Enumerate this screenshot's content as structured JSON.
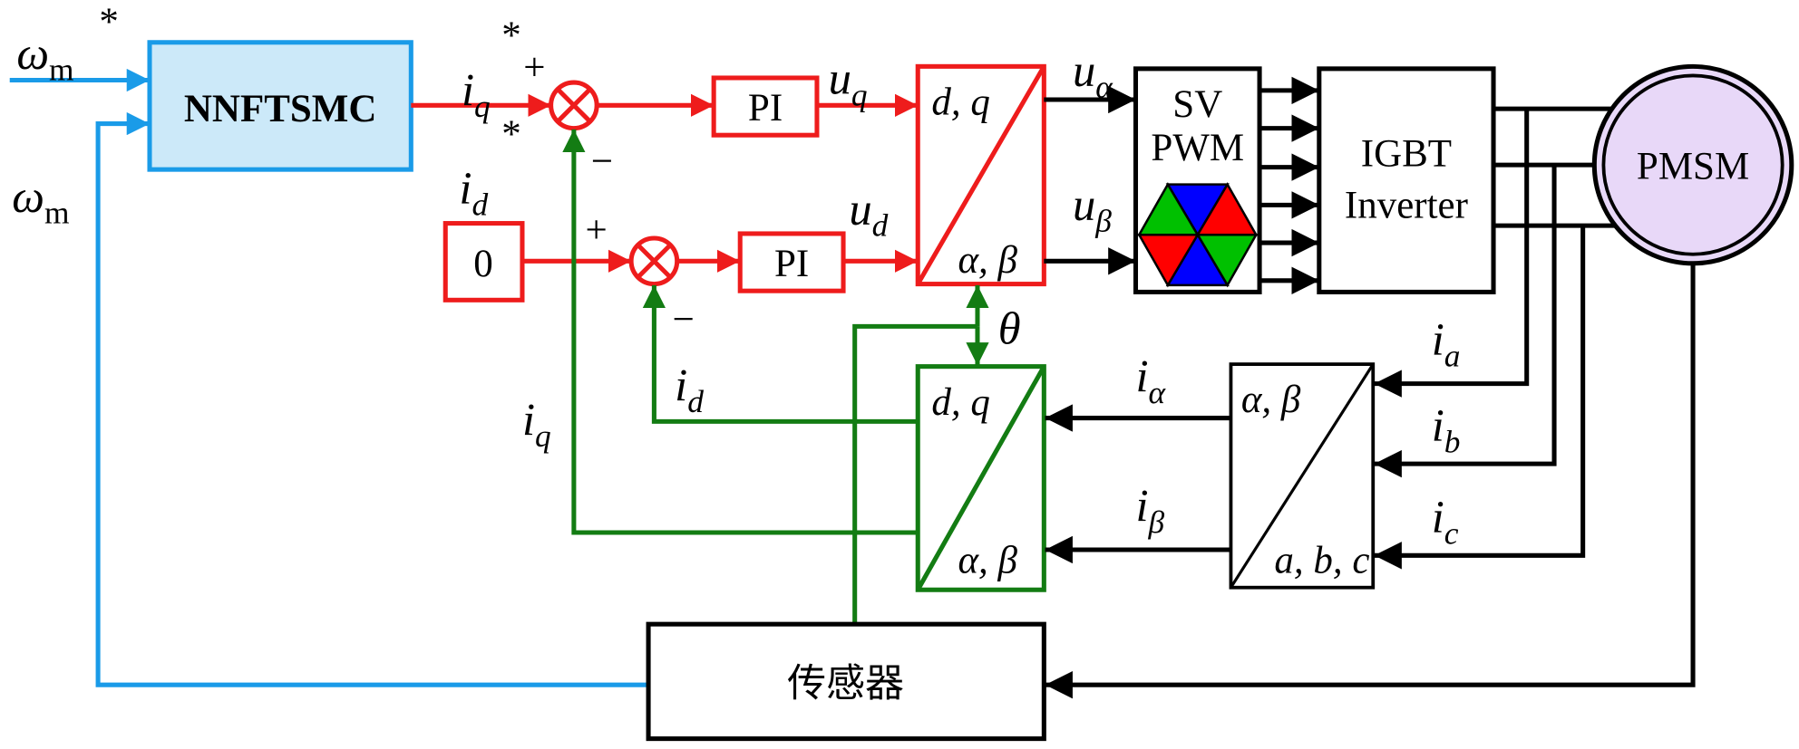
{
  "blocks": {
    "controller": "NNFTSMC",
    "pi_q": "PI",
    "pi_d": "PI",
    "id_ref_value": "0",
    "park_inverse": {
      "top": "d, q",
      "bottom": "α, β"
    },
    "park": {
      "top": "d, q",
      "bottom": "α, β"
    },
    "clarke": {
      "top": "α, β",
      "bottom": "a, b, c"
    },
    "svpwm": {
      "line1": "SV",
      "line2": "PWM"
    },
    "inverter": {
      "line1": "IGBT",
      "line2": "Inverter"
    },
    "motor": "PMSM",
    "sensor": "传感器"
  },
  "signals": {
    "omega_ref": {
      "main": "ω",
      "sub": "m",
      "sup": "*"
    },
    "omega_fb": {
      "main": "ω",
      "sub": "m"
    },
    "iq_ref": {
      "main": "i",
      "sub": "q",
      "sup": "*"
    },
    "id_ref": {
      "main": "i",
      "sub": "d",
      "sup": "*"
    },
    "uq": {
      "main": "u",
      "sub": "q"
    },
    "ud": {
      "main": "u",
      "sub": "d"
    },
    "u_alpha": {
      "main": "u",
      "sub": "α"
    },
    "u_beta": {
      "main": "u",
      "sub": "β"
    },
    "theta": "θ",
    "iq_fb": {
      "main": "i",
      "sub": "q"
    },
    "id_fb": {
      "main": "i",
      "sub": "d"
    },
    "i_alpha": {
      "main": "i",
      "sub": "α"
    },
    "i_beta": {
      "main": "i",
      "sub": "β"
    },
    "ia": {
      "main": "i",
      "sub": "a"
    },
    "ib": {
      "main": "i",
      "sub": "b"
    },
    "ic": {
      "main": "i",
      "sub": "c"
    }
  },
  "signs": {
    "plus": "+",
    "minus": "−"
  },
  "colors": {
    "speed_loop": "#1a9be8",
    "controller_fill": "#cce9f9",
    "current_ref_path": "#ee1c1c",
    "feedback_path": "#137c13",
    "power_path": "#000000",
    "motor_fill": "#e8d8f8",
    "hex_red": "#ff0000",
    "hex_green": "#00c000",
    "hex_blue": "#0000ff"
  }
}
